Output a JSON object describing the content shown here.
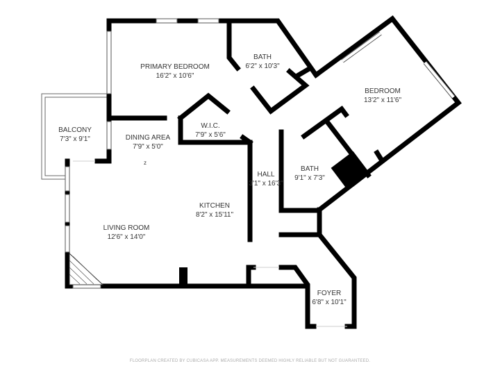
{
  "rooms": [
    {
      "name": "PRIMARY BEDROOM",
      "size": "16'2\" x 10'6\""
    },
    {
      "name": "BATH",
      "size": "6'2\" x 10'3\""
    },
    {
      "name": "BEDROOM",
      "size": "13'2\" x 11'6\""
    },
    {
      "name": "BALCONY",
      "size": "7'3\" x 9'1\""
    },
    {
      "name": "W.I.C.",
      "size": "7'9\" x 5'6\""
    },
    {
      "name": "DINING AREA",
      "size": "7'9\" x 5'0\""
    },
    {
      "name": "HALL",
      "size": "3'1\" x 16'3\""
    },
    {
      "name": "BATH",
      "size": "9'1\" x 7'3\""
    },
    {
      "name": "KITCHEN",
      "size": "8'2\" x 15'11\""
    },
    {
      "name": "LIVING ROOM",
      "size": "12'6\" x 14'0\""
    },
    {
      "name": "FOYER",
      "size": "6'8\" x 10'1\""
    }
  ],
  "footer": "FLOORPLAN CREATED BY CUBICASA APP. MEASUREMENTS DEEMED HIGHLY RELIABLE BUT NOT GUARANTEED."
}
